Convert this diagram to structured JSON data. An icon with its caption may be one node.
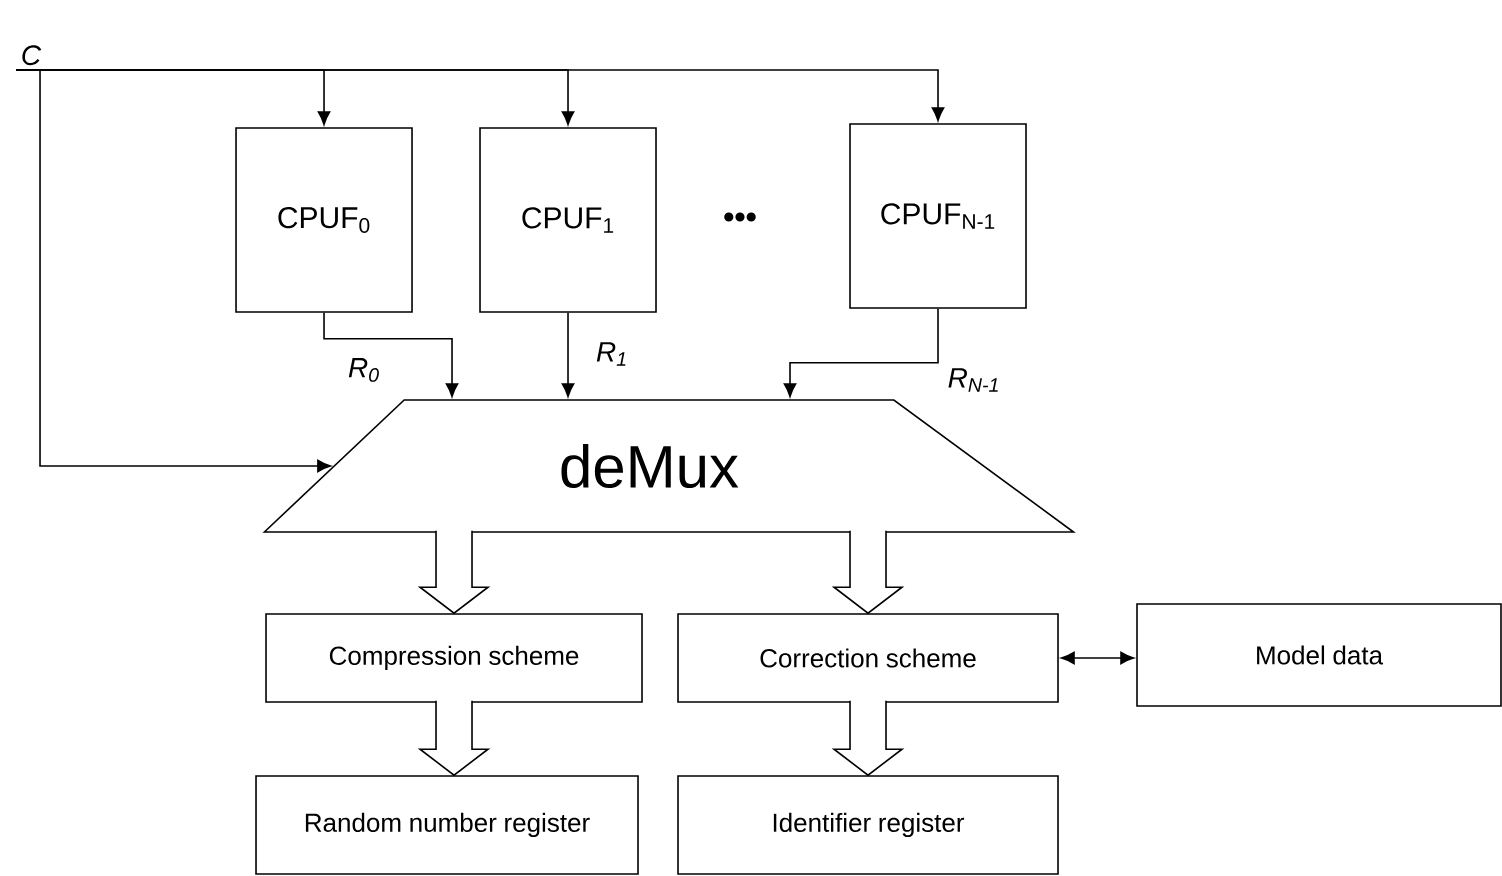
{
  "diagram": {
    "nodes": [
      {
        "text": [
          "C"
        ]
      },
      {
        "text": [
          "CPUF$_{0}$"
        ]
      },
      {
        "text": [
          "CPUF$_{1}$"
        ]
      },
      {
        "text": [
          "CPUF$_{N-1}$"
        ]
      },
      {
        "text": [
          "deMux"
        ]
      },
      {
        "text": [
          "Compression scheme"
        ]
      },
      {
        "text": [
          "Correction scheme"
        ]
      },
      {
        "text": [
          "Model data"
        ]
      },
      {
        "text": [
          "Random number register"
        ]
      },
      {
        "text": [
          "Identifier register"
        ]
      }
    ],
    "edges": [
      {
        "from": 0,
        "to": 1,
        "arrow": "to"
      },
      {
        "from": 0,
        "to": 2,
        "arrow": "to"
      },
      {
        "from": 0,
        "to": 3,
        "arrow": "to"
      },
      {
        "from": 0,
        "to": 4,
        "arrow": "to"
      },
      {
        "from": 1,
        "to": 4,
        "arrow": "to",
        "label": "R$_{0}$"
      },
      {
        "from": 2,
        "to": 4,
        "arrow": "to",
        "label": "R$_{1}$"
      },
      {
        "from": 3,
        "to": 4,
        "arrow": "to",
        "label": "R$_{N-1}$"
      },
      {
        "from": 4,
        "to": 5,
        "arrow": "to"
      },
      {
        "from": 4,
        "to": 6,
        "arrow": "to"
      },
      {
        "from": 5,
        "to": 8,
        "arrow": "to"
      },
      {
        "from": 6,
        "to": 9,
        "arrow": "to"
      },
      {
        "from": 6,
        "to": 7,
        "arrow": "both"
      }
    ],
    "labels": [
      "•••"
    ]
  }
}
